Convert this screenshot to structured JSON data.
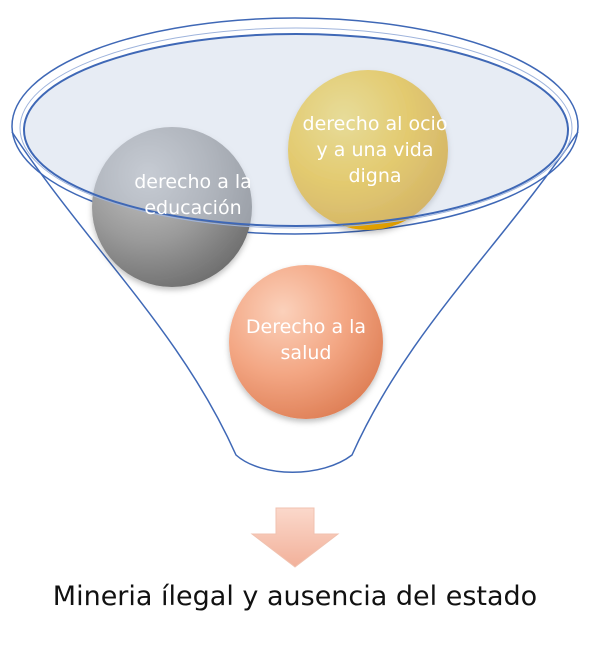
{
  "diagram": {
    "circles": [
      {
        "id": "education",
        "label": "derecho a la educación",
        "color": "#8c8c8c"
      },
      {
        "id": "leisure",
        "label": "derecho al ocio y a una vida digna",
        "color": "#f2b705"
      },
      {
        "id": "health",
        "label": "Derecho a la salud",
        "color": "#f0a07a"
      }
    ],
    "result": "Mineria ílegal y ausencia del estado",
    "colors": {
      "funnel_stroke": "#3f68b6",
      "rim_fill": "#c9d4e6",
      "arrow": "#f3b9a4"
    }
  }
}
